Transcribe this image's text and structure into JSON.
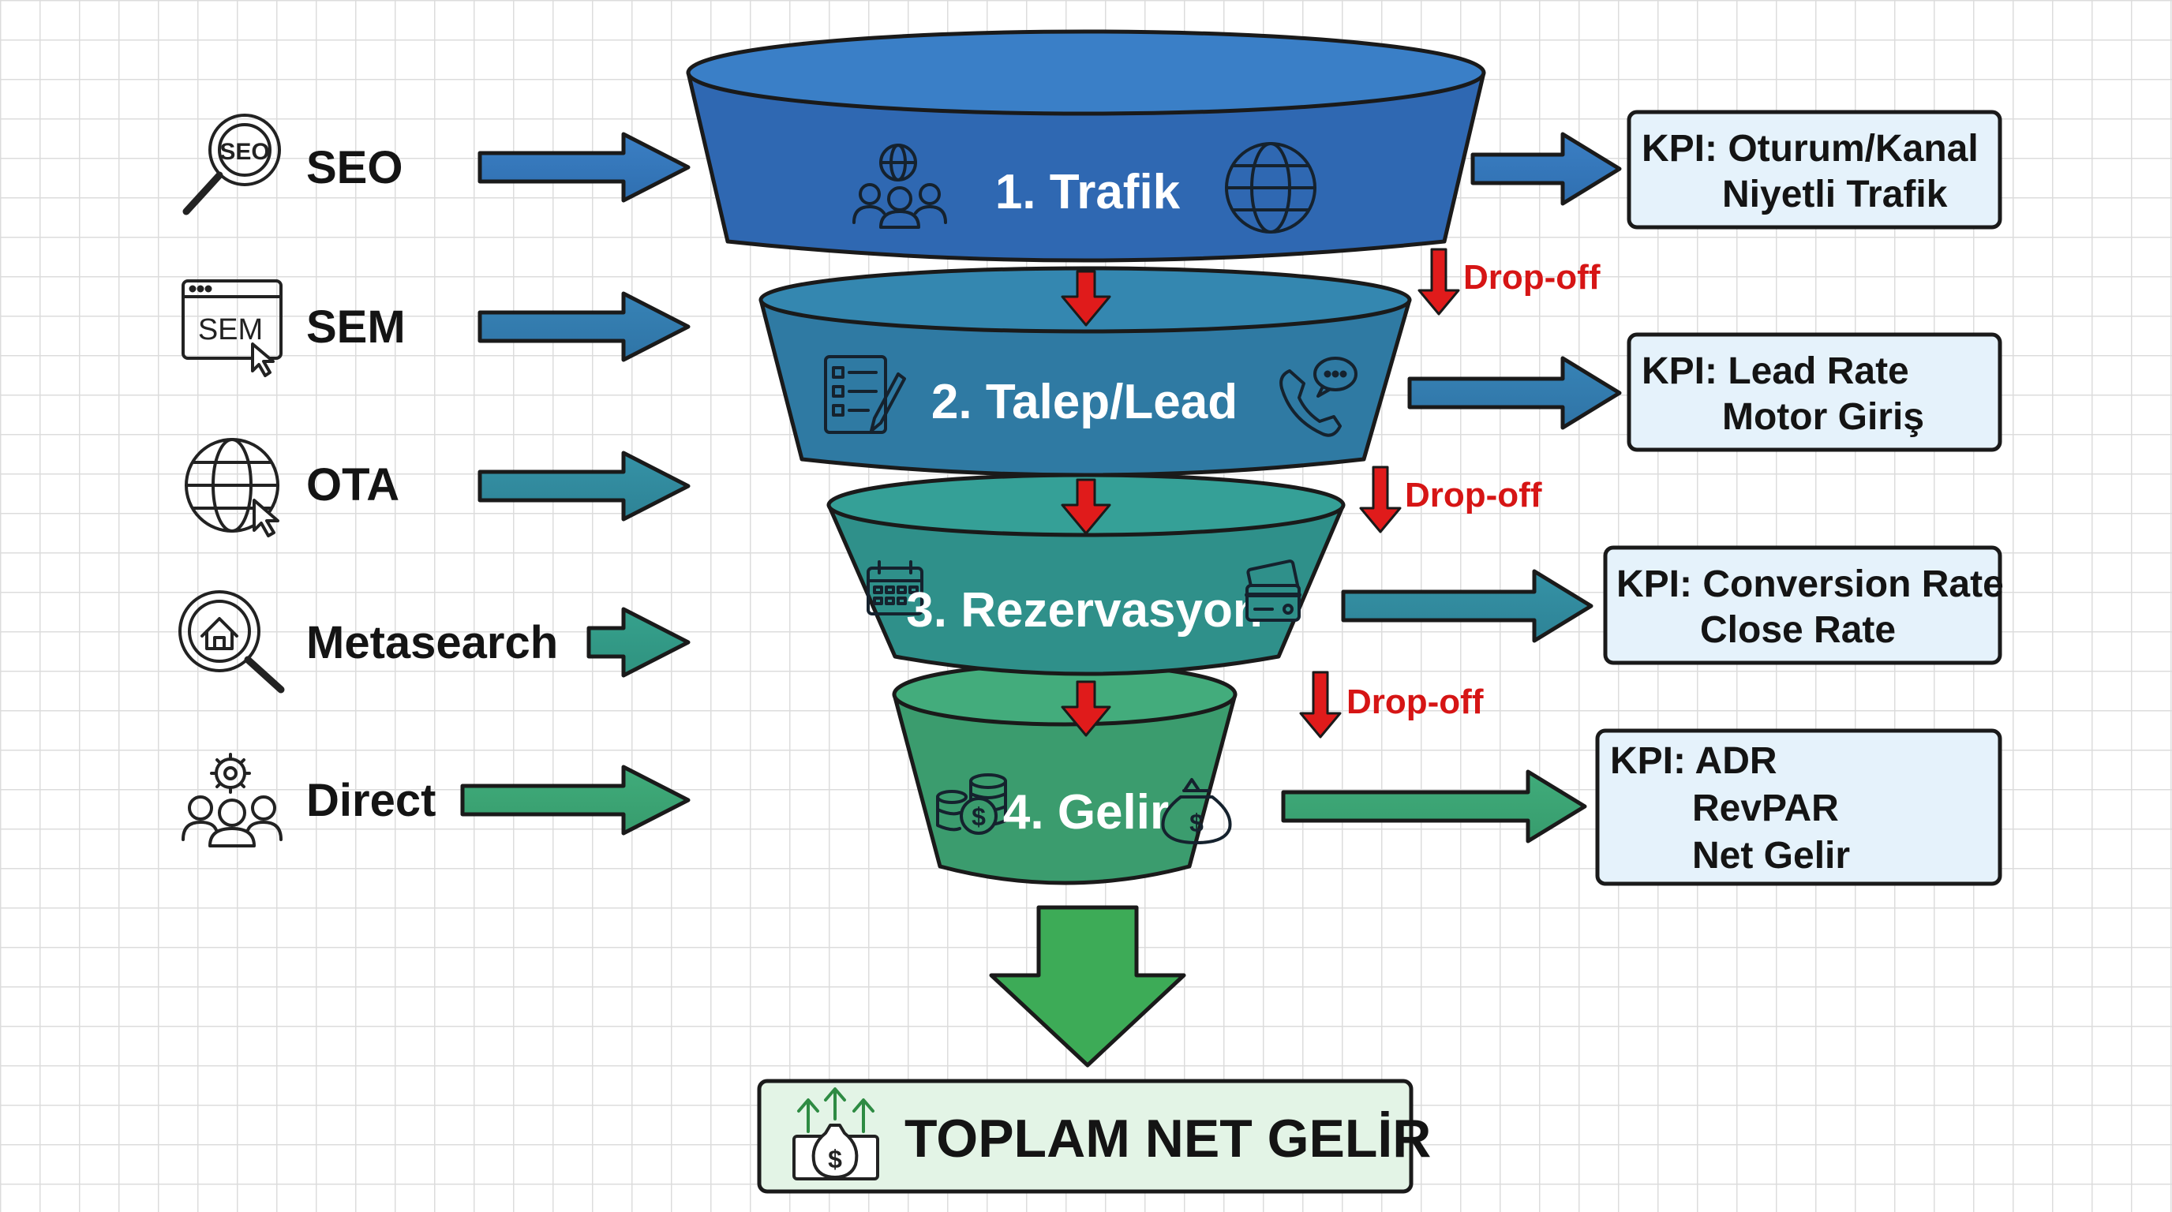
{
  "sources": [
    {
      "label": "SEO",
      "icon": "seo-magnifier-icon"
    },
    {
      "label": "SEM",
      "icon": "sem-browser-icon"
    },
    {
      "label": "OTA",
      "icon": "globe-cursor-icon"
    },
    {
      "label": "Metasearch",
      "icon": "home-search-icon"
    },
    {
      "label": "Direct",
      "icon": "people-gear-icon"
    }
  ],
  "stages": [
    {
      "label": "1. Trafik",
      "icons": [
        "people-globe-icon",
        "globe-icon"
      ],
      "color_top": "#3a7fc7",
      "color_bottom": "#2f68b2"
    },
    {
      "label": "2. Talep/Lead",
      "icons": [
        "form-pencil-icon",
        "phone-chat-icon"
      ],
      "color_top": "#3487b0",
      "color_bottom": "#2f7aa3"
    },
    {
      "label": "3. Rezervasyon",
      "icons": [
        "calendar-icon",
        "credit-card-icon"
      ],
      "color_top": "#35a097",
      "color_bottom": "#2f908a"
    },
    {
      "label": "4. Gelir",
      "icons": [
        "coins-dollar-icon",
        "money-bag-icon"
      ],
      "color_top": "#43ac7c",
      "color_bottom": "#3b9c6e"
    }
  ],
  "dropoffs": [
    "Drop-off",
    "Drop-off",
    "Drop-off"
  ],
  "kpis": [
    {
      "lines": [
        "KPI: Oturum/Kanal",
        "Niyetli Trafik"
      ]
    },
    {
      "lines": [
        "KPI: Lead Rate",
        "Motor Giriş"
      ]
    },
    {
      "lines": [
        "KPI: Conversion Rate",
        "Close Rate"
      ]
    },
    {
      "lines": [
        "KPI: ADR",
        "RevPAR",
        "Net Gelir"
      ]
    }
  ],
  "total": {
    "label": "TOPLAM NET GELİR",
    "icon": "money-growth-icon"
  },
  "colors": {
    "drop": "#e01b1b",
    "kpi_fill": "#e5f2fb",
    "total_fill": "#e3f4e6",
    "result_arrow": "#3dab57"
  }
}
